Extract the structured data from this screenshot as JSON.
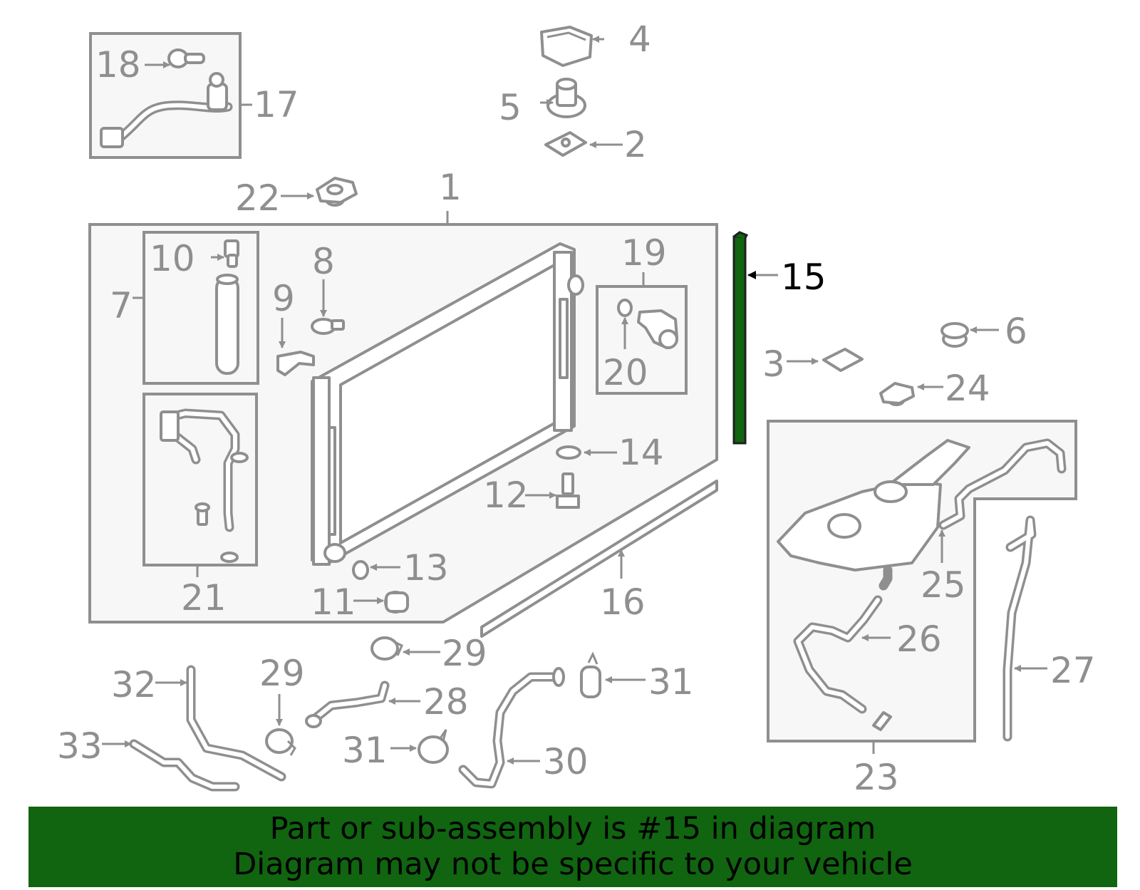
{
  "callouts": {
    "c1": "1",
    "c2": "2",
    "c3": "3",
    "c4": "4",
    "c5": "5",
    "c6": "6",
    "c7": "7",
    "c8": "8",
    "c9": "9",
    "c10": "10",
    "c11": "11",
    "c12": "12",
    "c13": "13",
    "c14": "14",
    "c15": "15",
    "c16": "16",
    "c17": "17",
    "c18": "18",
    "c19": "19",
    "c20": "20",
    "c21": "21",
    "c22": "22",
    "c23": "23",
    "c24": "24",
    "c25": "25",
    "c26": "26",
    "c27": "27",
    "c28": "28",
    "c29a": "29",
    "c29b": "29",
    "c30": "30",
    "c31a": "31",
    "c31b": "31",
    "c32": "32",
    "c33": "33"
  },
  "banner": {
    "line1": "Part or sub-assembly is #15 in diagram",
    "line2": "Diagram may not be specific to your vehicle"
  },
  "colors": {
    "highlight_part": "#116410",
    "banner_background": "#116410",
    "diagram_lines": "#8f8f8f",
    "highlight_label": "#000000"
  }
}
